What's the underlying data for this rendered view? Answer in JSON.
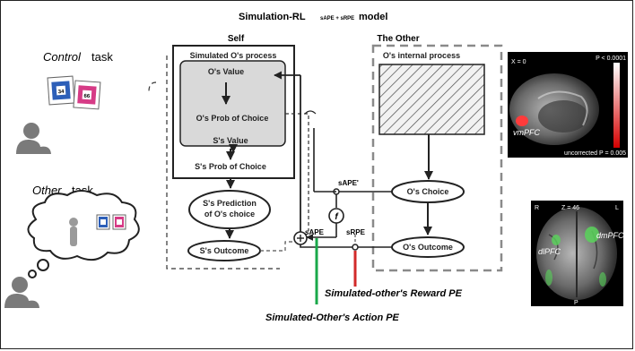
{
  "title": "Simulation-RL",
  "title_subscript": "sAPE + sRPE",
  "title_suffix": "model",
  "left": {
    "control_task_prefix": "Control",
    "control_task_suffix": "task",
    "other_task_prefix": "Other",
    "other_task_suffix": "task",
    "card_a": "34",
    "card_b": "66"
  },
  "self": {
    "label": "Self",
    "process_label": "Simulated O's process",
    "o_value": "O's Value",
    "o_prob": "O's Prob of Choice",
    "s_value": "S's Value",
    "s_prob": "S's Prob of Choice",
    "s_prediction_1": "S's Prediction",
    "s_prediction_2": "of O's choice",
    "s_outcome": "S's Outcome"
  },
  "other": {
    "label": "The Other",
    "process_label": "O's internal process",
    "o_choice": "O's Choice",
    "o_outcome": "O's Outcome"
  },
  "signals": {
    "sape_prime": "sAPE'",
    "sape": "sAPE",
    "srpe": "sRPE",
    "f": "f",
    "reward_pe": "Simulated-other's  Reward PE",
    "action_pe": "Simulated-Other's  Action PE"
  },
  "brain_top": {
    "coord": "X = 0",
    "p_top": "P < 0.0001",
    "p_bottom": "uncorrected P = 0.005",
    "region": "vmPFC"
  },
  "brain_bottom": {
    "coord": "Z = 46",
    "left_marker": "R",
    "right_marker": "L",
    "bottom_marker": "P",
    "region_a": "dmPFC",
    "region_b": "dlPFC"
  },
  "colors": {
    "action_pe": "#1aa84a",
    "reward_pe": "#d22a2a",
    "activation_red": "#ff3b3b",
    "activation_green": "#59d45a",
    "card_blue": "#2d5fb8",
    "card_pink": "#d63b86"
  }
}
